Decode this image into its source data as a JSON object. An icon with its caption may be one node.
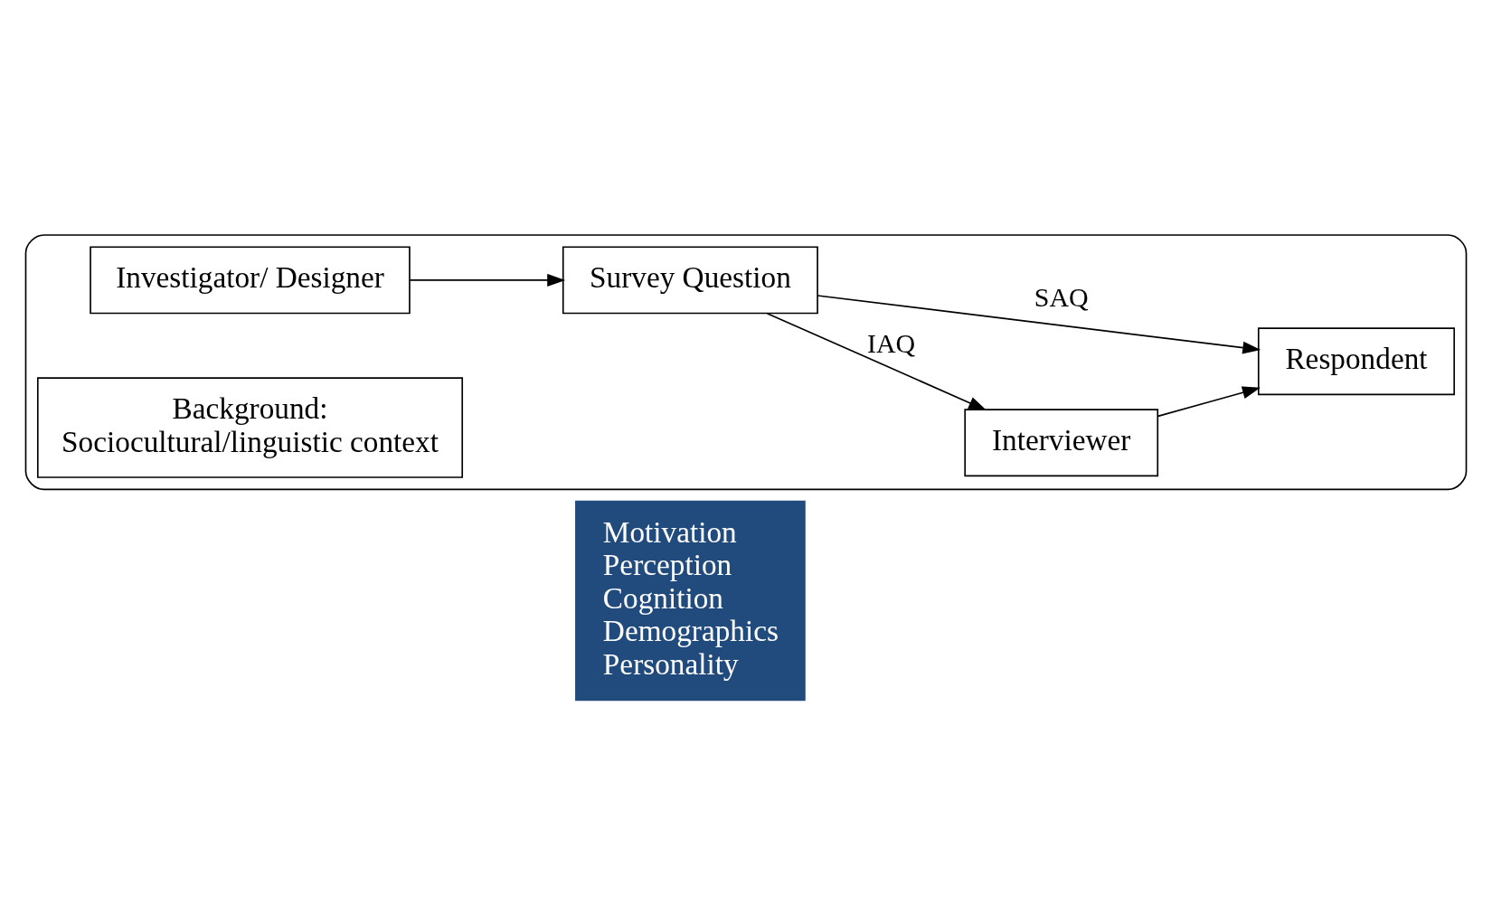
{
  "diagram": {
    "nodes": [
      {
        "text": [],
        "shape": "ellipse"
      },
      {
        "text": [
          "Interviewer"
        ],
        "in": 0
      },
      {
        "text": [
          "Investigator/ Designer"
        ],
        "in": 0
      },
      {
        "text": [
          "Survey Question"
        ],
        "in": 0
      },
      {
        "text": [
          "Respondent"
        ],
        "in": 0
      },
      {
        "text": [
          "Background:",
          "Sociocultural/linguistic context"
        ],
        "in": 0
      },
      {
        "text": [
          "Motivation",
          "Perception",
          "Cognition",
          "Demographics",
          "Personality"
        ]
      }
    ],
    "edges": [
      {
        "from": 2,
        "to": 3,
        "arrow": "to"
      },
      {
        "from": 3,
        "to": 1,
        "arrow": "to",
        "label": "IAQ"
      },
      {
        "from": 1,
        "to": 4,
        "arrow": "to"
      },
      {
        "from": 3,
        "to": 4,
        "arrow": "to",
        "label": "SAQ"
      }
    ]
  }
}
